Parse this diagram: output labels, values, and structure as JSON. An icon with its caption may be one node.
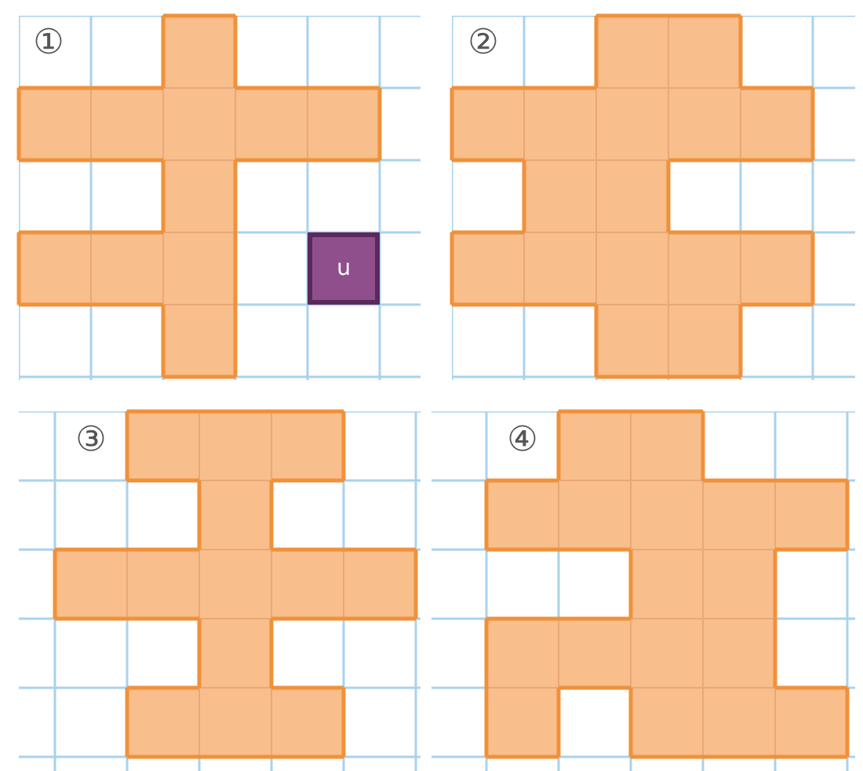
{
  "diagram": {
    "nodes": [
      {
        "text": [
          "u"
        ]
      }
    ],
    "labels": [
      "①",
      "②",
      "③",
      "④"
    ]
  }
}
